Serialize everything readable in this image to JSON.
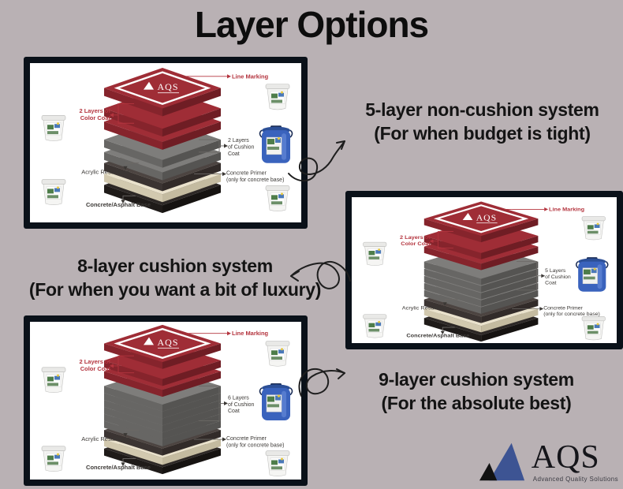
{
  "title": "Layer Options",
  "colors": {
    "background": "#b9b1b4",
    "card_frame": "#0a1119",
    "card_inner": "#ffffff",
    "red_top": "#9f2d36",
    "red_side_l": "#86242c",
    "red_side_r": "#6f1d24",
    "cushion_top": "#7e7d7b",
    "cushion_side_l": "#676664",
    "cushion_side_r": "#555452",
    "resurfacer_top": "#4c4441",
    "resurfacer_side_l": "#3b3432",
    "resurfacer_side_r": "#322b29",
    "primer_top": "#eae2cc",
    "primer_side_l": "#d2c9af",
    "primer_side_r": "#c4bba0",
    "base_top": "#2d2826",
    "base_side_l": "#1f1b19",
    "base_side_r": "#161311",
    "label_red": "#b4343e",
    "label_dark": "#3b3835",
    "doodle": "#1e1e1e",
    "logo_blue": "#3d5493",
    "logo_black": "#121212",
    "drum_blue": "#3a63bd",
    "bucket_white": "#f5f5f3"
  },
  "annotations": [
    {
      "lines": [
        "5-layer non-cushion system",
        "(For when budget is tight)"
      ]
    },
    {
      "lines": [
        "8-layer cushion system",
        "(For when you want a bit of luxury)"
      ]
    },
    {
      "lines": [
        "9-layer cushion system",
        "(For the absolute best)"
      ]
    }
  ],
  "diagrams": [
    {
      "name": "5-layer-non-cushion",
      "cushion_count": 2,
      "logo": "AQS",
      "labels": {
        "line_marking": "Line Marking",
        "color_coat": [
          "2 Layers of",
          "Color Coat"
        ],
        "cushion_coat": [
          "2 Layers",
          "of Cushion",
          "Coat"
        ],
        "resurfacer": "Acrylic Resurfacer",
        "primer": [
          "Concrete Primer",
          "(only for concrete base)"
        ],
        "base": "Concrete/Asphalt Base"
      }
    },
    {
      "name": "8-layer-cushion",
      "cushion_count": 5,
      "logo": "AQS",
      "labels": {
        "line_marking": "Line Marking",
        "color_coat": [
          "2 Layers of",
          "Color Coat"
        ],
        "cushion_coat": [
          "5 Layers",
          "of Cushion",
          "Coat"
        ],
        "resurfacer": "Acrylic Resurfacer",
        "primer": [
          "Concrete Primer",
          "(only for concrete base)"
        ],
        "base": "Concrete/Asphalt Base"
      }
    },
    {
      "name": "9-layer-cushion",
      "cushion_count": 6,
      "logo": "AQS",
      "labels": {
        "line_marking": "Line Marking",
        "color_coat": [
          "2 Layers of",
          "Color Coat"
        ],
        "cushion_coat": [
          "6 Layers",
          "of Cushion",
          "Coat"
        ],
        "resurfacer": "Acrylic Resurfacer",
        "primer": [
          "Concrete Primer",
          "(only for concrete base)"
        ],
        "base": "Concrete/Asphalt Base"
      }
    }
  ],
  "footer_logo": {
    "text": "AQS",
    "tagline": "Advanced Quality Solutions"
  }
}
